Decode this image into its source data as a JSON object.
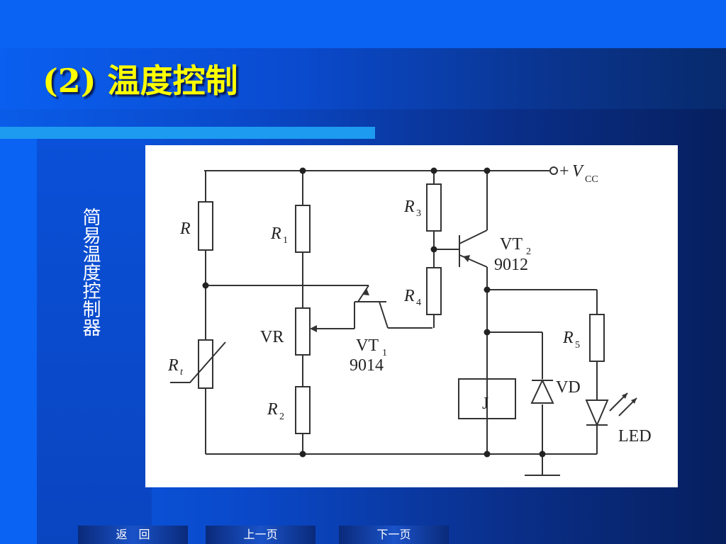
{
  "slide": {
    "title": "(2) 温度控制",
    "side_label": "简易温度控制器"
  },
  "diagram": {
    "labels": {
      "R": "R",
      "R1": "R",
      "R1_sub": "1",
      "R2": "R",
      "R2_sub": "2",
      "R3": "R",
      "R3_sub": "3",
      "R4": "R",
      "R4_sub": "4",
      "R5": "R",
      "R5_sub": "5",
      "Rt": "R",
      "Rt_sub": "t",
      "VR": "VR",
      "VT1": "VT",
      "VT1_sub": "1",
      "VT1_model": "9014",
      "VT2": "VT",
      "VT2_sub": "2",
      "VT2_model": "9012",
      "Vcc_plus": "+",
      "Vcc": "V",
      "Vcc_sub": "CC",
      "J": "J",
      "VD": "VD",
      "LED": "LED"
    }
  },
  "nav": {
    "back": "返　回",
    "prev": "上一页",
    "next": "下一页"
  }
}
